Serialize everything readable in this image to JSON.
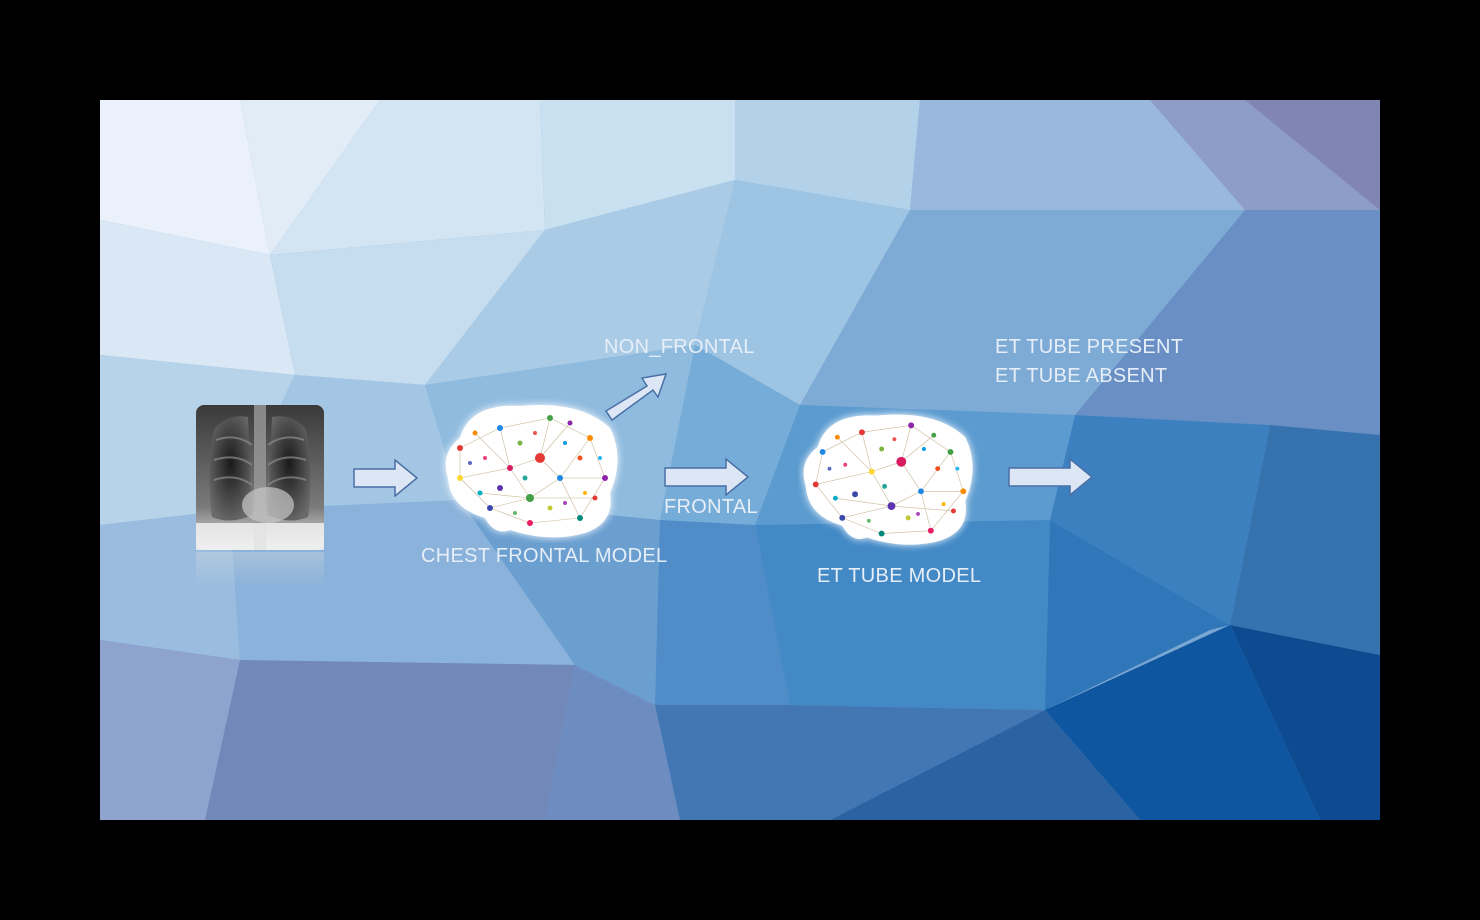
{
  "input": {
    "icon": "chest-xray-image"
  },
  "models": {
    "chest_frontal": {
      "label": "CHEST FRONTAL MODEL",
      "icon": "neural-network-brain-icon"
    },
    "et_tube": {
      "label": "ET TUBE MODEL",
      "icon": "neural-network-brain-icon"
    }
  },
  "branches": {
    "non_frontal": "NON_FRONTAL",
    "frontal": "FRONTAL"
  },
  "outputs": {
    "present": "ET TUBE PRESENT",
    "absent": "ET TUBE ABSENT"
  },
  "colors": {
    "arrow_fill": "#dde6f4",
    "arrow_stroke": "#4a6fa5",
    "label_text": "#e6eef8",
    "frame": "#000000"
  }
}
